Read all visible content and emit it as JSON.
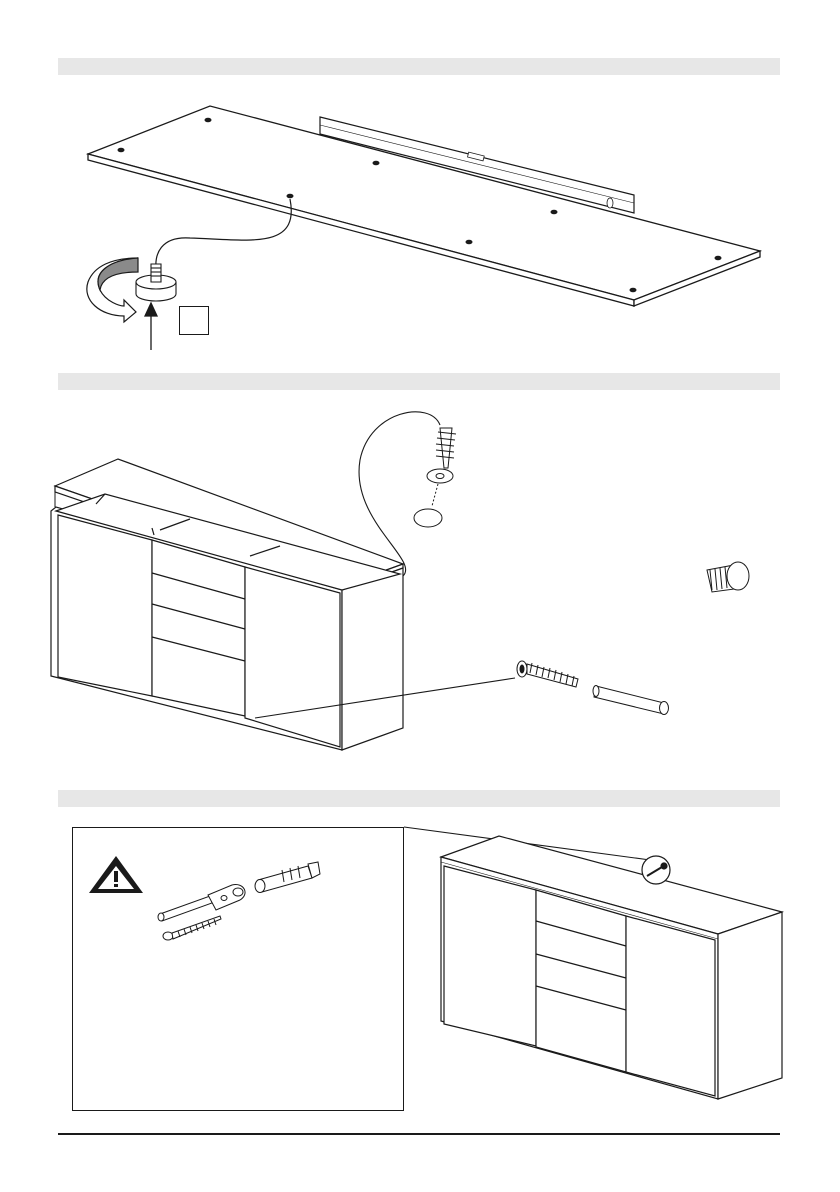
{
  "steps": [
    {
      "id": 1,
      "label": ""
    },
    {
      "id": 2,
      "label": ""
    },
    {
      "id": 3,
      "label": ""
    }
  ],
  "icons": {
    "warning": "warning-triangle-icon",
    "rotate": "rotate-arrow-icon"
  },
  "colors": {
    "line": "#1a1a1a",
    "bar": "#e7e7e7",
    "fill_light": "#f4f4f4"
  }
}
